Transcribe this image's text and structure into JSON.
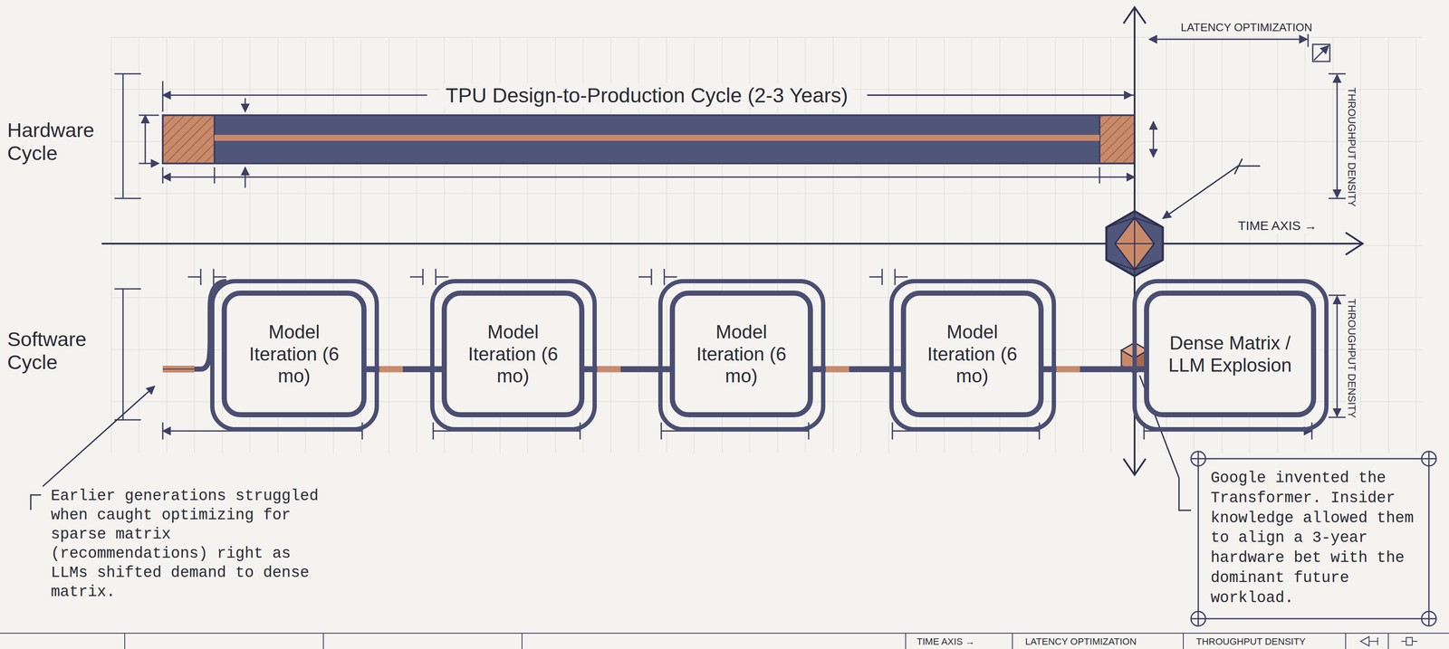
{
  "diagram": {
    "nodes": [
      {
        "text": [
          "Model Iteration (6 mo)"
        ]
      },
      {
        "text": [
          "Model Iteration (6 mo)"
        ]
      },
      {
        "text": [
          "Model Iteration (6 mo)"
        ]
      },
      {
        "text": [
          "Model Iteration (6 mo)"
        ]
      },
      {
        "text": [
          "Dense Matrix / LLM Explosion"
        ]
      }
    ],
    "edges": [
      {
        "from": 0,
        "to": 1,
        "arrow": "none"
      },
      {
        "from": 1,
        "to": 2,
        "arrow": "none"
      },
      {
        "from": 2,
        "to": 3,
        "arrow": "none"
      },
      {
        "from": 3,
        "to": 4,
        "arrow": "none"
      }
    ],
    "labels": [
      "Hardware Cycle",
      "Software Cycle",
      "TPU Design-to-Production Cycle (2-3 Years)",
      "LATENCY OPTIMIZATION",
      "THROUGHPUT DENSITY",
      "TIME AXIS →",
      "THROUGHPUT DENSITY",
      "Earlier generations struggled when caught optimizing for sparse matrix (recommendations) right as LLMs shifted demand to dense matrix.",
      "Google invented the Transformer. Insider knowledge allowed them to align a 3-year hardware bet with the dominant future workload.",
      "TIME AXIS →",
      "LATENCY OPTIMIZATION",
      "THROUGHPUT DENSITY"
    ]
  }
}
